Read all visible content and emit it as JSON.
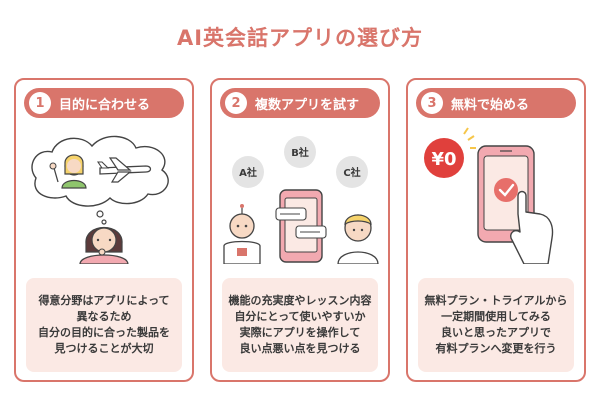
{
  "title": "AI英会話アプリの選び方",
  "cards": [
    {
      "number": "1",
      "heading": "目的に合わせる",
      "lines": [
        "得意分野はアプリによって",
        "異なるため",
        "自分の目的に合った製品を",
        "見つけることが大切"
      ]
    },
    {
      "number": "2",
      "heading": "複数アプリを試す",
      "bubbles": [
        "A社",
        "B社",
        "C社"
      ],
      "lines": [
        "機能の充実度やレッスン内容",
        "自分にとって使いやすいか",
        "実際にアプリを操作して",
        "良い点悪い点を見つける"
      ]
    },
    {
      "number": "3",
      "heading": "無料で始める",
      "price_tag": "¥0",
      "lines": [
        "無料プラン・トライアルから",
        "一定期間使用してみる",
        "良いと思ったアプリで",
        "有料プランへ変更を行う"
      ]
    }
  ],
  "colors": {
    "accent": "#d9756b",
    "soft": "#fbe9e4"
  }
}
